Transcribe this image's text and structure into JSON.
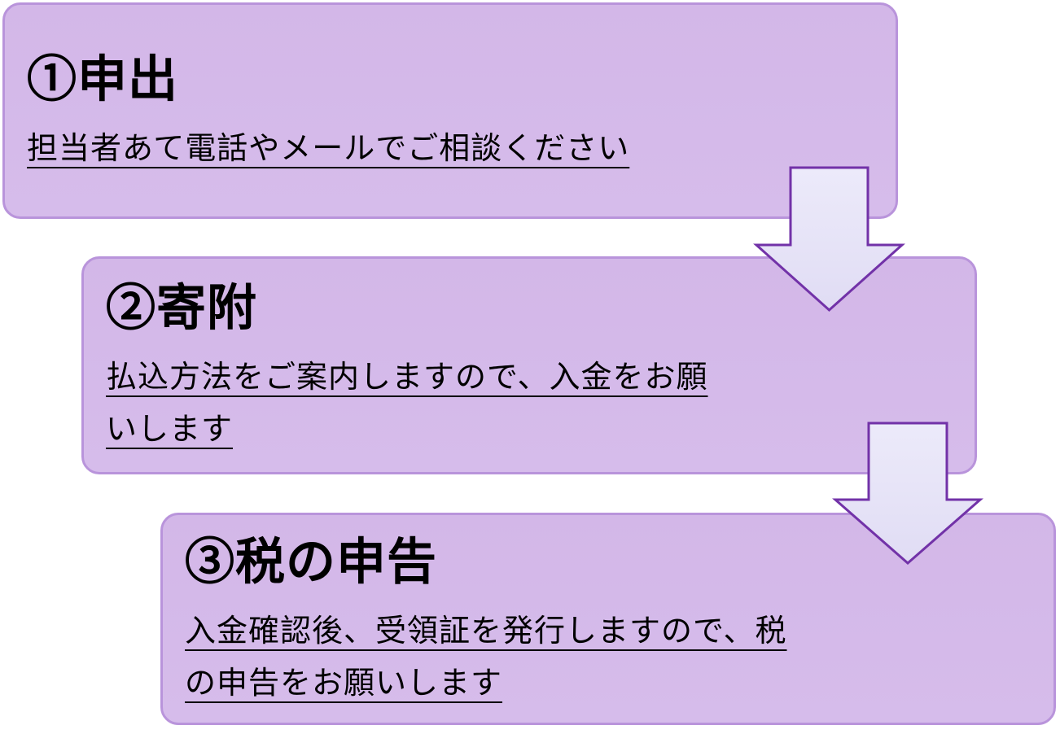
{
  "diagram": {
    "kind": "process-flow",
    "step_count": 3
  },
  "steps": [
    {
      "number": "①",
      "title": "①申出",
      "description": "担当者あて電話やメールでご相談ください"
    },
    {
      "number": "②",
      "title": "②寄附",
      "description": "払込方法をご案内しますので、入金をお願\nいします"
    },
    {
      "number": "③",
      "title": "③税の申告",
      "description": "入金確認後、受領証を発行しますので、税\nの申告をお願いします"
    }
  ],
  "icons": {
    "connector_1": "down-arrow",
    "connector_2": "down-arrow"
  },
  "colors": {
    "background": "#FFFFFF",
    "box_fill": "#D3B7E8",
    "box_fill_bottom": "#D6BCEB",
    "box_border": "#B994DB",
    "arrow_fill_top": "#ECEAFA",
    "arrow_fill_bottom": "#E0DCF4",
    "arrow_border": "#7232A8",
    "text": "#000000"
  }
}
